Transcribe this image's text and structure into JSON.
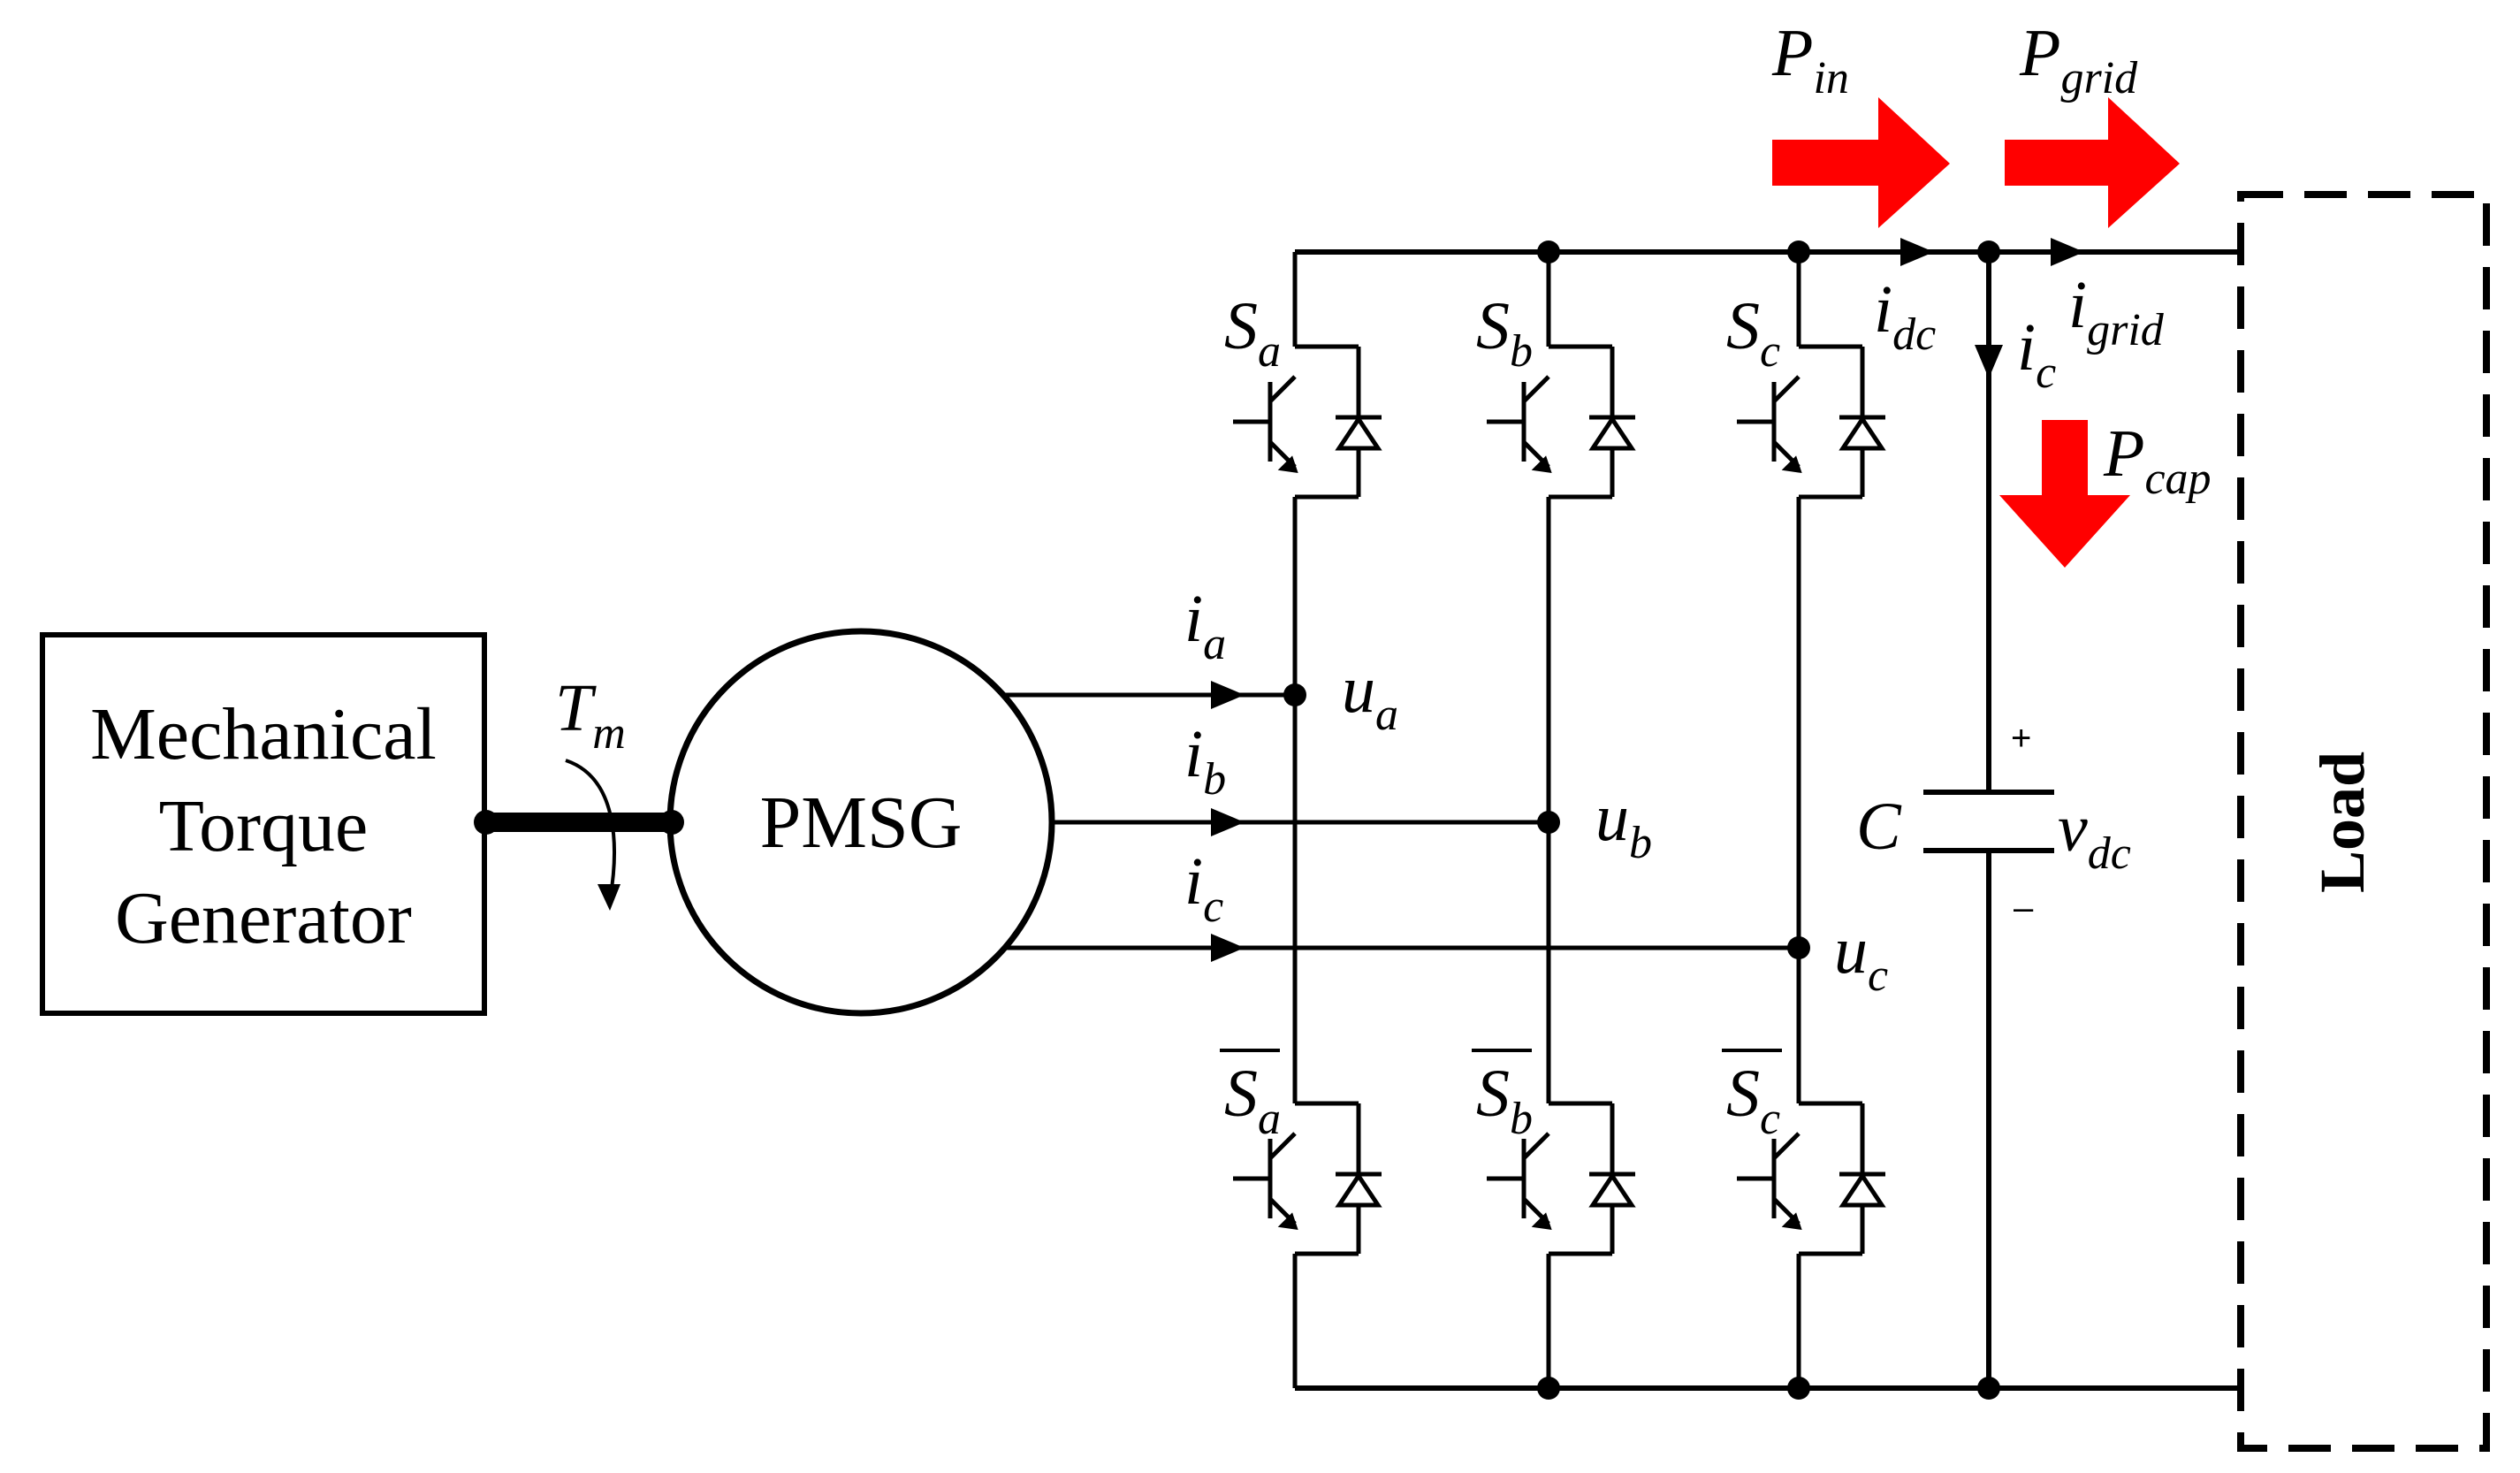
{
  "blocks": {
    "mechanical_torque_generator": [
      "Mechanical",
      "Torque",
      "Generator"
    ],
    "pmsg": "PMSG",
    "load": "Load"
  },
  "labels": {
    "torque": {
      "main": "T",
      "sub": "m"
    },
    "switches_top": [
      {
        "main": "S",
        "sub": "a"
      },
      {
        "main": "S",
        "sub": "b"
      },
      {
        "main": "S",
        "sub": "c"
      }
    ],
    "switches_bottom": [
      {
        "main": "S",
        "sub": "a"
      },
      {
        "main": "S",
        "sub": "b"
      },
      {
        "main": "S",
        "sub": "c"
      }
    ],
    "phase_currents": [
      {
        "main": "i",
        "sub": "a"
      },
      {
        "main": "i",
        "sub": "b"
      },
      {
        "main": "i",
        "sub": "c"
      }
    ],
    "phase_voltages": [
      {
        "main": "u",
        "sub": "a"
      },
      {
        "main": "u",
        "sub": "b"
      },
      {
        "main": "u",
        "sub": "c"
      }
    ],
    "i_dc": {
      "main": "i",
      "sub": "dc"
    },
    "i_c": {
      "main": "i",
      "sub": "c"
    },
    "i_grid": {
      "main": "i",
      "sub": "grid"
    },
    "P_in": {
      "main": "P",
      "sub": "in"
    },
    "P_grid": {
      "main": "P",
      "sub": "grid"
    },
    "P_cap": {
      "main": "P",
      "sub": "cap"
    },
    "capacitor": "C",
    "v_dc": {
      "main": "v",
      "sub": "dc"
    },
    "plus": "+",
    "minus": "–"
  },
  "colors": {
    "line": "#000000",
    "power_arrow": "#ff0000"
  }
}
